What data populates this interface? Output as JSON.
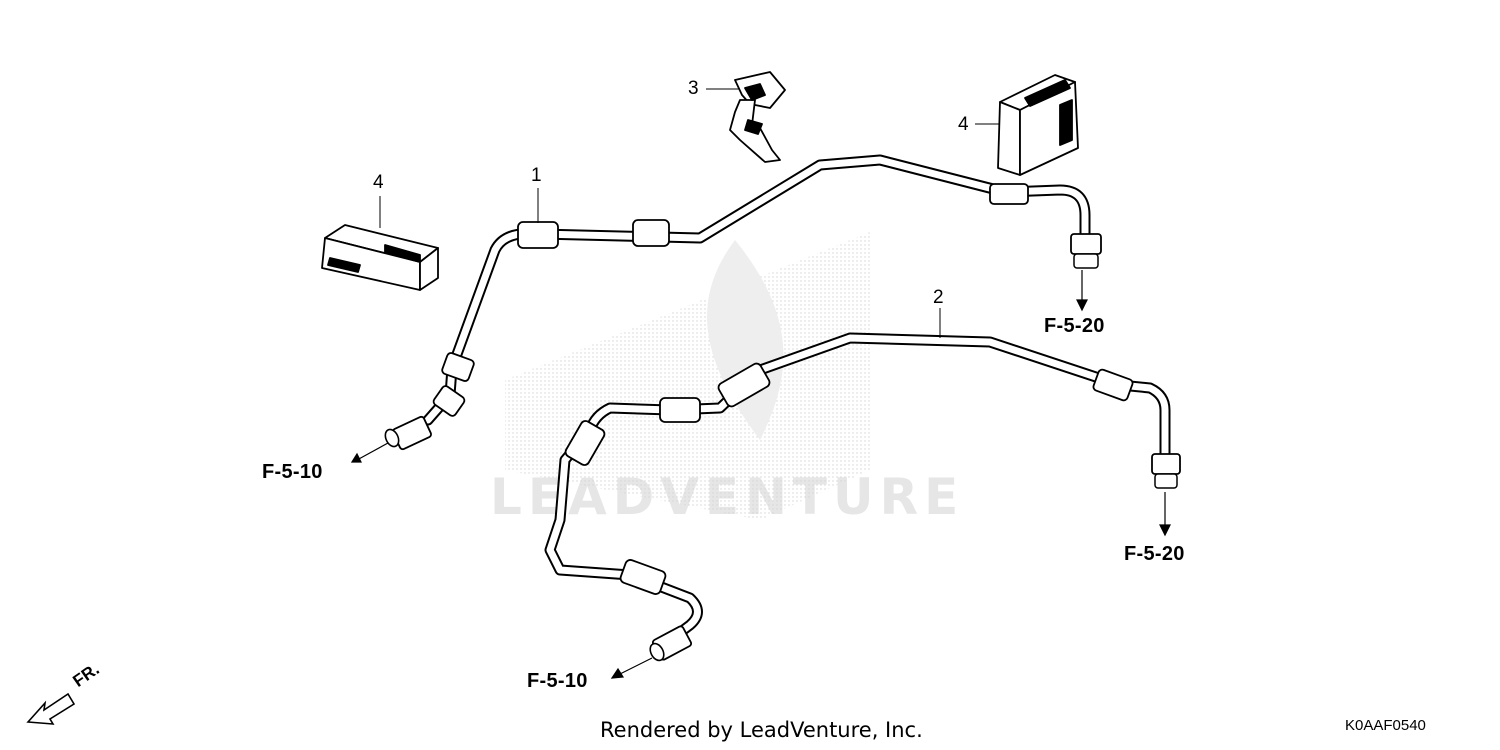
{
  "watermark": "LEADVENTURE",
  "callouts": [
    {
      "id": "callout-1",
      "text": "1"
    },
    {
      "id": "callout-2",
      "text": "2"
    },
    {
      "id": "callout-3",
      "text": "3"
    },
    {
      "id": "callout-4a",
      "text": "4"
    },
    {
      "id": "callout-4b",
      "text": "4"
    }
  ],
  "refs": {
    "left_upper": "F-5-10",
    "right_upper": "F-5-20",
    "left_lower": "F-5-10",
    "right_lower": "F-5-20"
  },
  "front_indicator": "FR.",
  "footer": "Rendered by LeadVenture, Inc.",
  "diagram_code": "K0AAF0540"
}
